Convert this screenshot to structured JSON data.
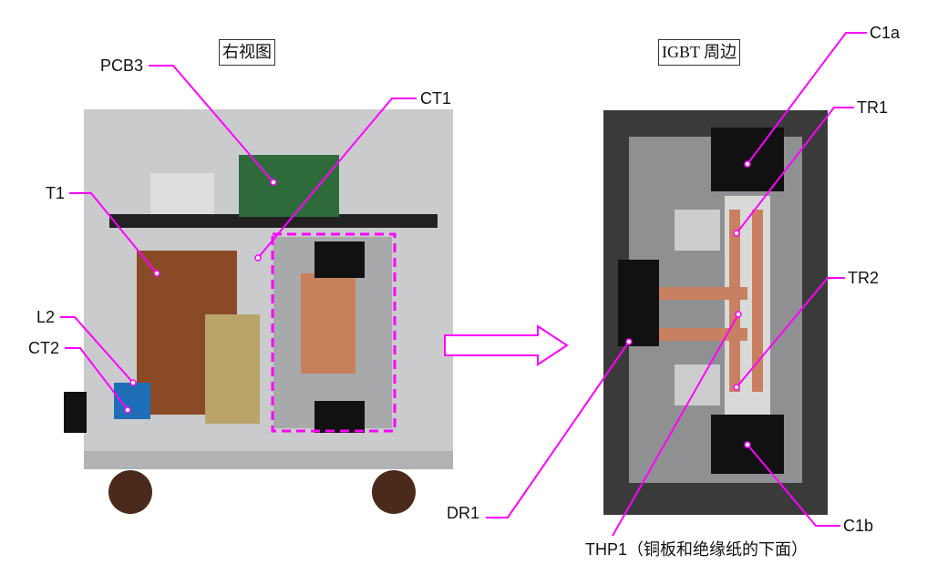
{
  "titles": {
    "right_view": "右视图",
    "igbt_area": "IGBT 周边"
  },
  "callouts": {
    "PCB3": "PCB3",
    "CT1": "CT1",
    "T1": "T1",
    "L2": "L2",
    "CT2": "CT2",
    "C1a": "C1a",
    "TR1": "TR1",
    "TR2": "TR2",
    "DR1": "DR1",
    "C1b": "C1b",
    "THP1": "THP1（铜板和绝缘纸的下面）"
  },
  "colors": {
    "callout_line": "#ff00ff",
    "highlight_box": "#ff00ff"
  }
}
